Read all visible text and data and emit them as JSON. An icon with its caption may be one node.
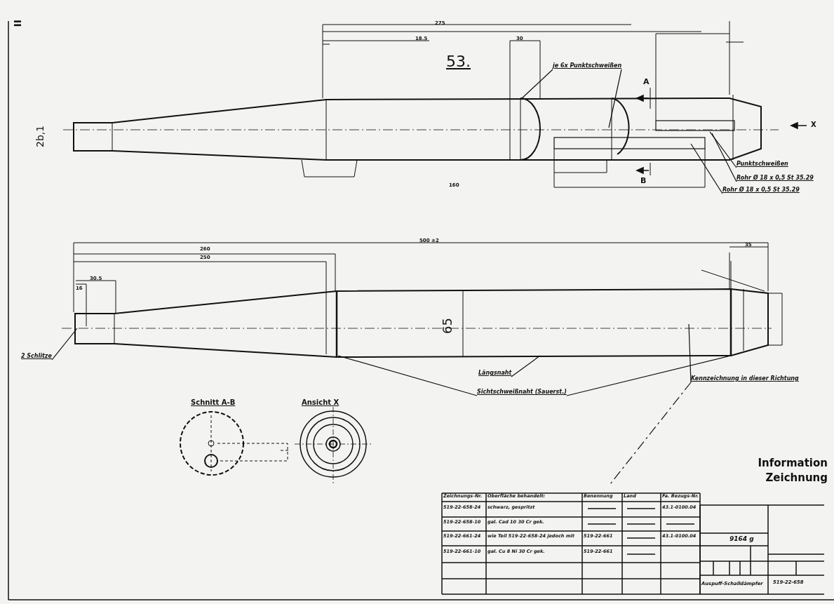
{
  "diagram": {
    "nodes": [
      {
        "text": [
          "je 6x Punktschweißen"
        ]
      },
      {
        "text": [
          "Punktschweißen"
        ]
      },
      {
        "text": [
          "Rohr Ø 18 x 0,5 St 35.29"
        ]
      },
      {
        "text": [
          "Rohr Ø 18 x 0,5 St 35.29"
        ]
      },
      {
        "text": [
          "2 Schlitze"
        ]
      },
      {
        "text": [
          "Längsnaht"
        ]
      },
      {
        "text": [
          "Sichtschweißnaht (Sauerst.)"
        ]
      },
      {
        "text": [
          "Kennzeichnung in dieser Richtung"
        ]
      },
      {
        "text": [],
        "shape": "picture"
      },
      {
        "text": [],
        "shape": "picture"
      }
    ],
    "edges": [
      {
        "from": 0,
        "to": 8,
        "arrow": "none"
      },
      {
        "from": 0,
        "to": 8,
        "arrow": "none"
      },
      {
        "from": 1,
        "to": 8,
        "arrow": "none"
      },
      {
        "from": 2,
        "to": 8,
        "arrow": "none"
      },
      {
        "from": 3,
        "to": 8,
        "arrow": "none"
      },
      {
        "from": 4,
        "to": 9,
        "arrow": "none"
      },
      {
        "from": 5,
        "to": 9,
        "arrow": "none"
      },
      {
        "from": 6,
        "to": 9,
        "arrow": "none"
      },
      {
        "from": 6,
        "to": 9,
        "arrow": "none"
      },
      {
        "from": 7,
        "to": 9,
        "arrow": "none"
      },
      {
        "from": 7,
        "to": null,
        "arrow": "none",
        "style": "dashed"
      }
    ],
    "labels": [
      "II",
      "275",
      "18.5",
      "30",
      "53.",
      "A",
      "B",
      "X",
      "2b,1",
      "160",
      "500 ±2",
      "260",
      "250",
      "30.5",
      "16",
      "35",
      "65",
      "Schnitt A-B",
      "Ansicht X",
      "Information Zeichnung",
      "Zeichnungs-Nr.",
      "Oberfläche behandelt:",
      "Benennung",
      "Land",
      "Fa. Bezugs-Nr.",
      "519-22-658-24",
      "schwarz, gespritzt",
      "43.1-0100.04",
      "519-22-658-10",
      "gal. Cad 10 30 Cr gek.",
      "519-22-661-24",
      "wie Teil 519-22-658-24 jedoch mit",
      "519-22-661",
      "43.1-0100.04",
      "519-22-661-10",
      "gal. Cu 8 Ni 30 Cr gek.",
      "519-22-661",
      "9164 g",
      "Auspuff-Schalldämpfer",
      "519-22-658"
    ]
  }
}
